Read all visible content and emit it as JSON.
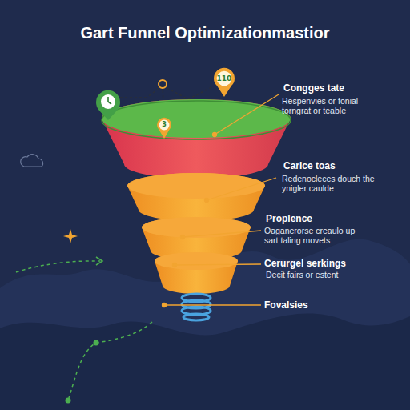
{
  "diagram": {
    "title": "Gart Funnel Optimizationmastior",
    "nodes": [
      {
        "text": [
          "110"
        ]
      },
      {
        "text": [
          "3"
        ]
      }
    ],
    "labels": [
      "Congges tate",
      "Respenvies or fonial torngrat or teable",
      "Carice toas",
      "Redenocleces douch the ynigler caulde",
      "Proplence",
      "Oaganerorse creaulo up sart taling movets",
      "Cerurgel serkings",
      "Decit fairs or estent",
      "Fovalsies"
    ]
  }
}
